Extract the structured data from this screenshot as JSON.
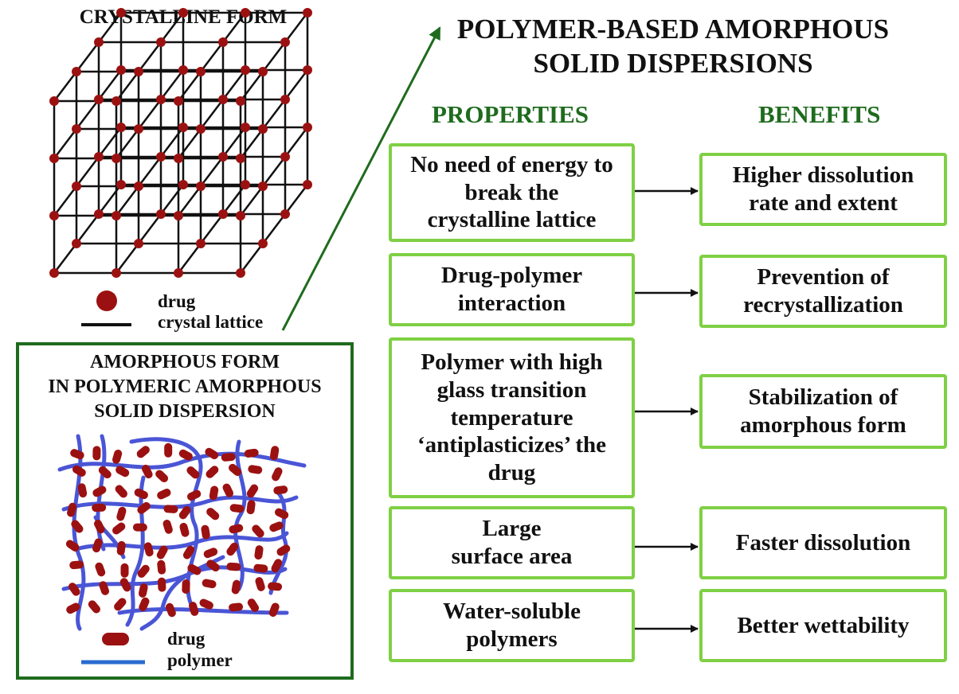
{
  "title": "POLYMER-BASED AMORPHOUS\nSOLID DISPERSIONS",
  "crystalline": {
    "title": "CRYSTALLINE FORM",
    "legend_drug": "drug",
    "legend_lattice": "crystal lattice"
  },
  "amorphous": {
    "title": "AMORPHOUS FORM\nIN POLYMERIC AMORPHOUS\nSOLID DISPERSION",
    "legend_drug": "drug",
    "legend_polymer": "polymer"
  },
  "columns": {
    "properties": "PROPERTIES",
    "benefits": "BENEFITS"
  },
  "rows": [
    {
      "property": "No need of energy to\nbreak the\ncrystalline lattice",
      "benefit": "Higher dissolution\nrate and extent"
    },
    {
      "property": "Drug-polymer\ninteraction",
      "benefit": "Prevention of\nrecrystallization"
    },
    {
      "property": "Polymer with high\nglass transition\ntemperature\n‘antiplasticizes’ the\ndrug",
      "benefit": "Stabilization of\namorphous form"
    },
    {
      "property": "Large\nsurface area",
      "benefit": "Faster dissolution"
    },
    {
      "property": "Water-soluble\npolymers",
      "benefit": "Better wettability"
    }
  ],
  "colors": {
    "box_border": "#7fd044",
    "header_green": "#1e6b1e",
    "drug": "#9b1111",
    "polymer": "#4a55d6",
    "arrow": "#1e6b1e"
  }
}
